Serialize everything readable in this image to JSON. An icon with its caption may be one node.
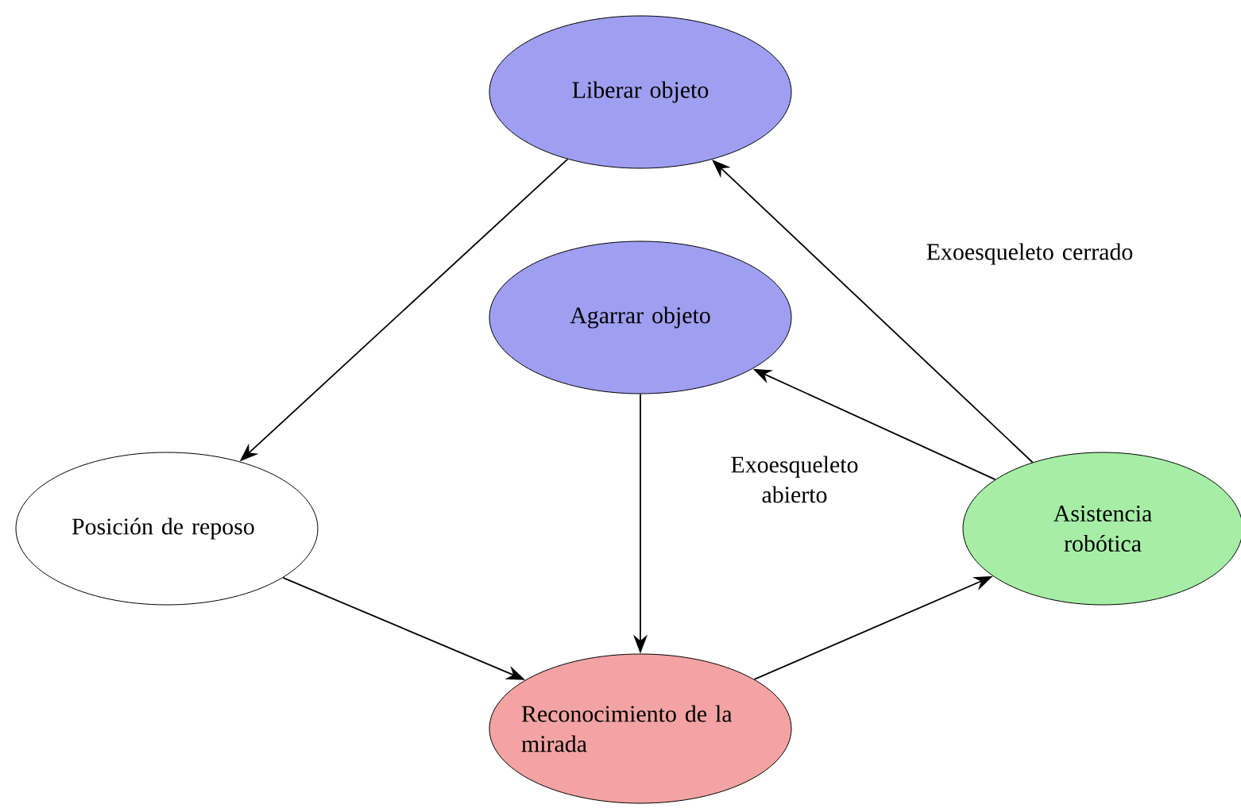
{
  "diagram": {
    "nodes": [
      {
        "text": [
          "Liberar objeto"
        ]
      },
      {
        "text": [
          "Agarrar objeto"
        ]
      },
      {
        "text": [
          "Posición de reposo"
        ]
      },
      {
        "text": [
          "Asistencia robótica"
        ]
      },
      {
        "text": [
          "Reconocimiento de la mirada"
        ]
      }
    ],
    "edges": [
      {
        "from": 0,
        "to": 2,
        "arrow": "to"
      },
      {
        "from": 2,
        "to": 4,
        "arrow": "to"
      },
      {
        "from": 1,
        "to": 4,
        "arrow": "to",
        "label": "Exoesqueleto abierto"
      },
      {
        "from": 4,
        "to": 3,
        "arrow": "to"
      },
      {
        "from": 3,
        "to": 1,
        "arrow": "to"
      },
      {
        "from": 3,
        "to": 0,
        "arrow": "to",
        "label": "Exoesqueleto cerrado"
      }
    ]
  }
}
